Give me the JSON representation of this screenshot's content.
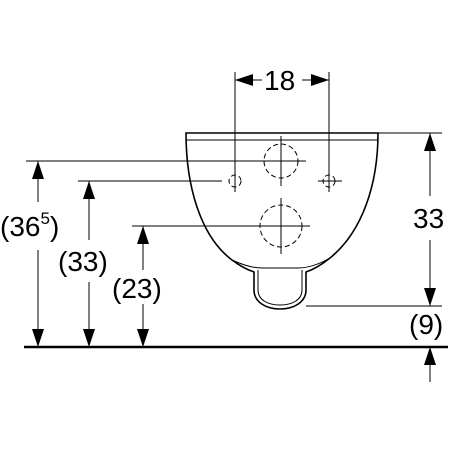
{
  "dimensions": {
    "top_width": "18",
    "right_height": "33",
    "right_offset": "(9)",
    "left_total": "(36",
    "left_total_sup": "5",
    "left_total_close": ")",
    "left_mid": "(33)",
    "left_low": "(23)"
  }
}
